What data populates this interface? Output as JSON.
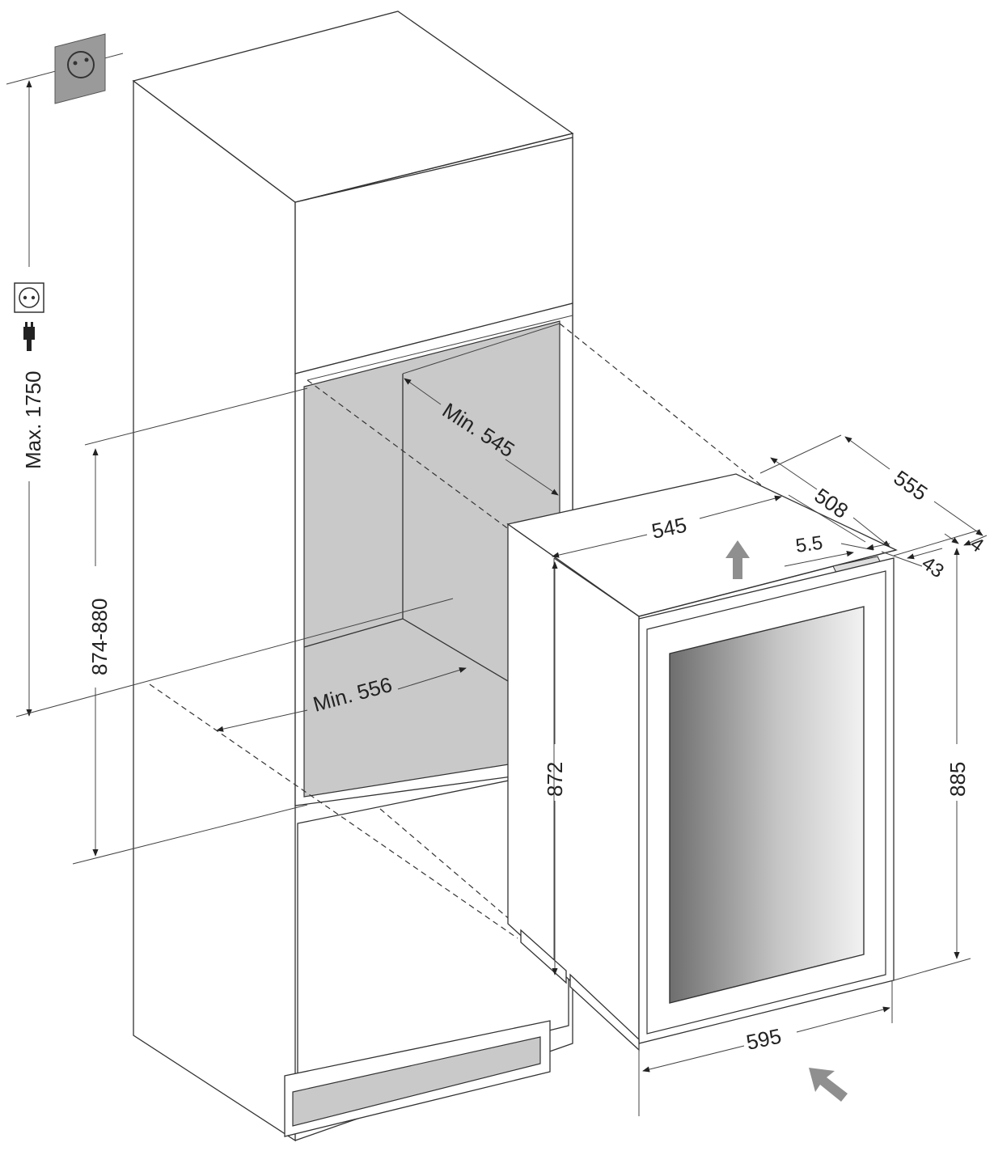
{
  "diagram": {
    "labels": {
      "max_height": "Max. 1750",
      "niche_height": "874-880",
      "niche_depth": "Min. 545",
      "niche_width": "Min. 556",
      "top_width": "545",
      "depth_508": "508",
      "depth_555": "555",
      "gap_5_5": "5.5",
      "door_43": "43",
      "gap_4": "4",
      "side_height": "872",
      "front_height": "885",
      "front_width": "595"
    },
    "colors": {
      "line": "#333333",
      "recess": "#c9c9c9",
      "socket": "#9a9a9a",
      "arrow": "#8f8f8f"
    },
    "icons": [
      "wall-socket-icon",
      "socket-icon",
      "plug-icon",
      "vent-up-arrow-icon",
      "air-in-arrow-icon"
    ]
  }
}
